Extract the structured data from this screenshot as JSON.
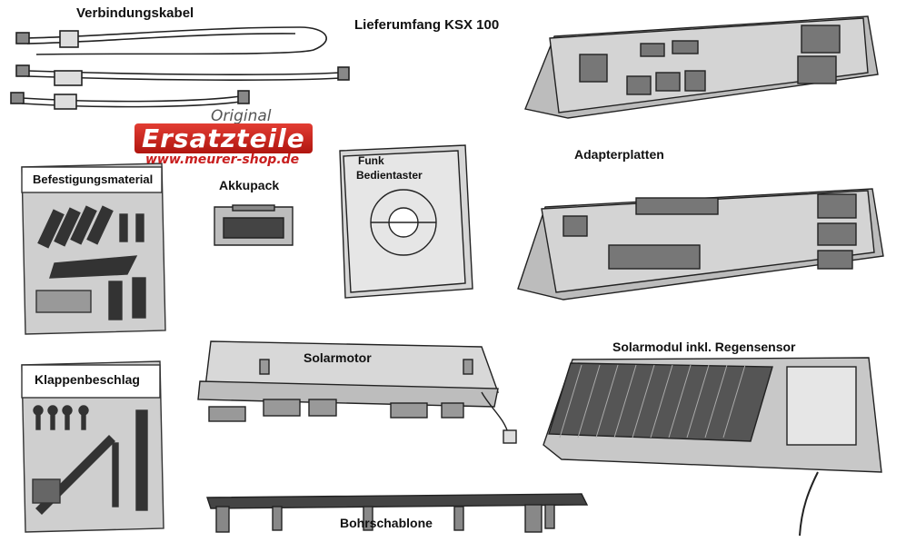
{
  "title": "Lieferumfang KSX 100",
  "logo": {
    "line1": "Original",
    "line2": "Ersatzteile",
    "url": "www.meurer-shop.de",
    "color": "#c81e1e"
  },
  "parts": {
    "cable": "Verbindungskabel",
    "fastening": "Befestigungsmaterial",
    "battery": "Akkupack",
    "remote_line1": "Funk",
    "remote_line2": "Bedientaster",
    "adapter": "Adapterplatten",
    "hinge": "Klappenbeschlag",
    "motor": "Solarmotor",
    "solar": "Solarmodul inkl. Regensensor",
    "template": "Bohrschablone"
  }
}
